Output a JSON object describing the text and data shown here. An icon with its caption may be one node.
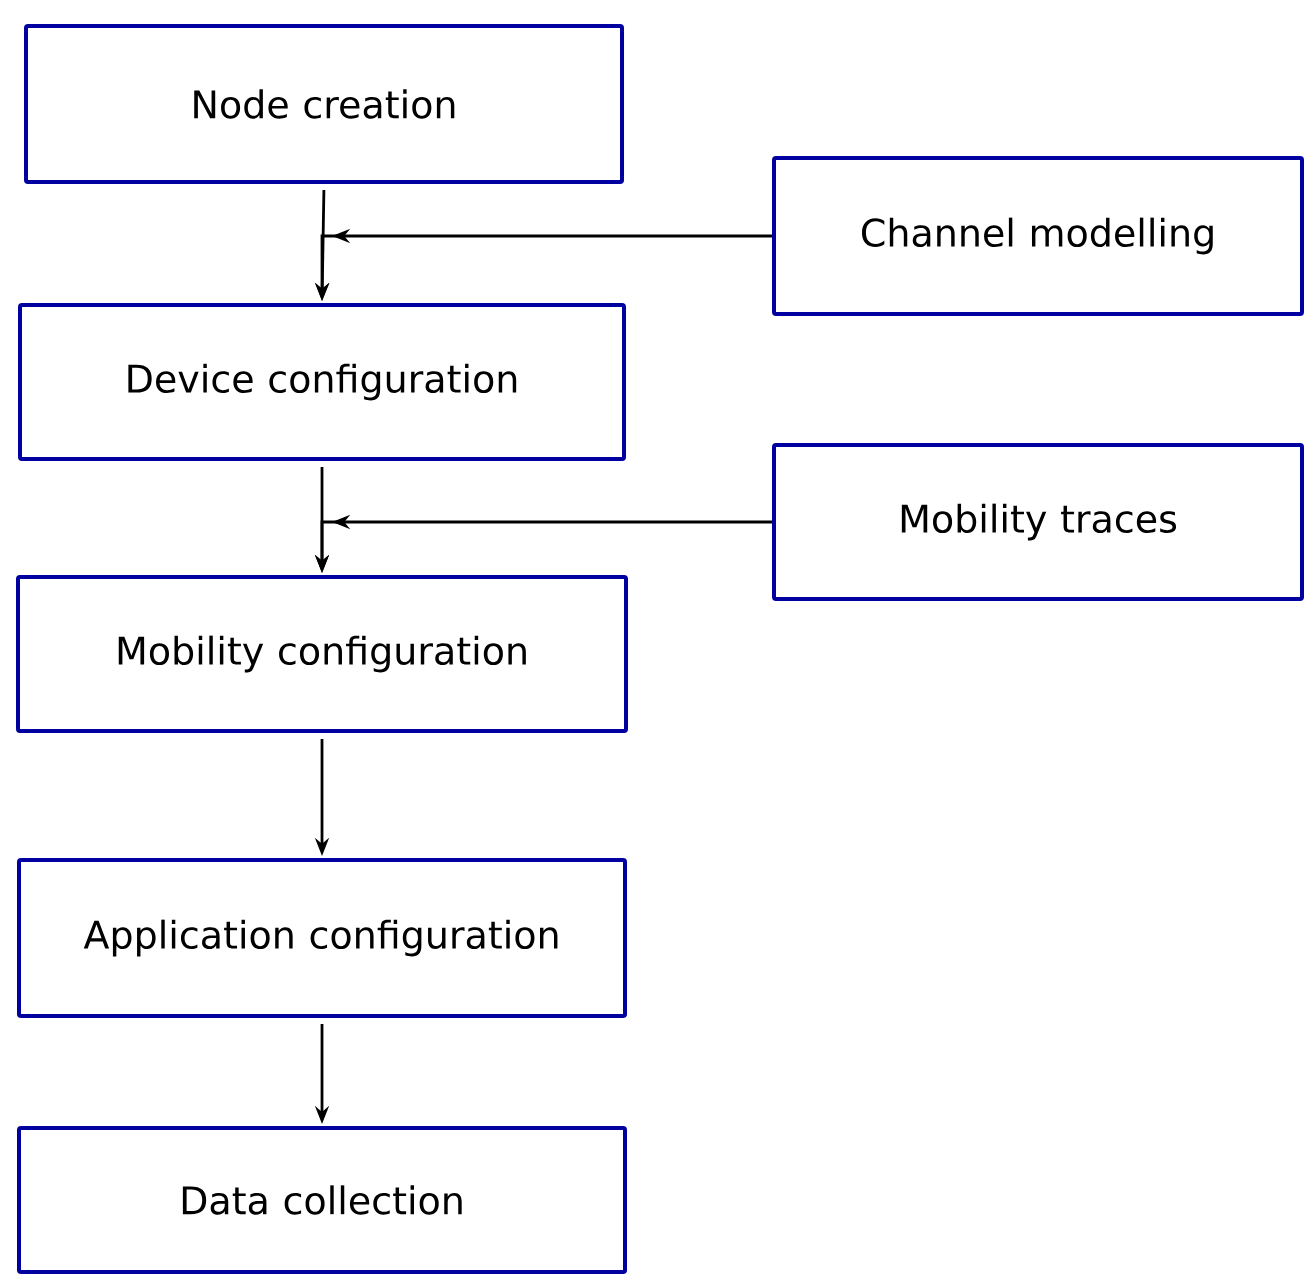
{
  "diagram": {
    "nodes": [
      {
        "text": [
          "Node creation"
        ]
      },
      {
        "text": [
          "Channel modelling"
        ]
      },
      {
        "text": [
          "Device configuration"
        ]
      },
      {
        "text": [
          "Mobility traces"
        ]
      },
      {
        "text": [
          "Mobility configuration"
        ]
      },
      {
        "text": [
          "Application configuration"
        ]
      },
      {
        "text": [
          "Data collection"
        ]
      }
    ],
    "edges": [
      {
        "from": 0,
        "to": 2,
        "arrow": "to"
      },
      {
        "from": 1,
        "to": 2,
        "arrow": "to"
      },
      {
        "from": 2,
        "to": 4,
        "arrow": "to"
      },
      {
        "from": 3,
        "to": 4,
        "arrow": "to"
      },
      {
        "from": 4,
        "to": 5,
        "arrow": "to"
      },
      {
        "from": 5,
        "to": 6,
        "arrow": "to"
      }
    ]
  }
}
